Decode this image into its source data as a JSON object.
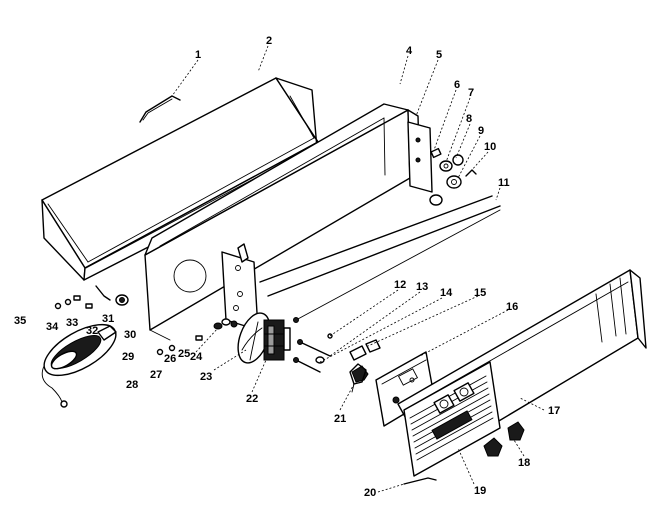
{
  "diagram": {
    "parts": [
      {
        "id": "p1",
        "number": "1"
      },
      {
        "id": "p2",
        "number": "2"
      },
      {
        "id": "p4",
        "number": "4"
      },
      {
        "id": "p5",
        "number": "5"
      },
      {
        "id": "p6",
        "number": "6"
      },
      {
        "id": "p7",
        "number": "7"
      },
      {
        "id": "p8",
        "number": "8"
      },
      {
        "id": "p9",
        "number": "9"
      },
      {
        "id": "p10",
        "number": "10"
      },
      {
        "id": "p11",
        "number": "11"
      },
      {
        "id": "p12",
        "number": "12"
      },
      {
        "id": "p13",
        "number": "13"
      },
      {
        "id": "p14",
        "number": "14"
      },
      {
        "id": "p15",
        "number": "15"
      },
      {
        "id": "p16",
        "number": "16"
      },
      {
        "id": "p17",
        "number": "17"
      },
      {
        "id": "p18",
        "number": "18"
      },
      {
        "id": "p19",
        "number": "19"
      },
      {
        "id": "p20",
        "number": "20"
      },
      {
        "id": "p21",
        "number": "21"
      },
      {
        "id": "p22",
        "number": "22"
      },
      {
        "id": "p23",
        "number": "23"
      },
      {
        "id": "p24",
        "number": "24"
      },
      {
        "id": "p25",
        "number": "25"
      },
      {
        "id": "p26",
        "number": "26"
      },
      {
        "id": "p27",
        "number": "27"
      },
      {
        "id": "p28",
        "number": "28"
      },
      {
        "id": "p29",
        "number": "29"
      },
      {
        "id": "p30",
        "number": "30"
      },
      {
        "id": "p31",
        "number": "31"
      },
      {
        "id": "p32",
        "number": "32"
      },
      {
        "id": "p33",
        "number": "33"
      },
      {
        "id": "p34",
        "number": "34"
      },
      {
        "id": "p35",
        "number": "35"
      }
    ]
  }
}
